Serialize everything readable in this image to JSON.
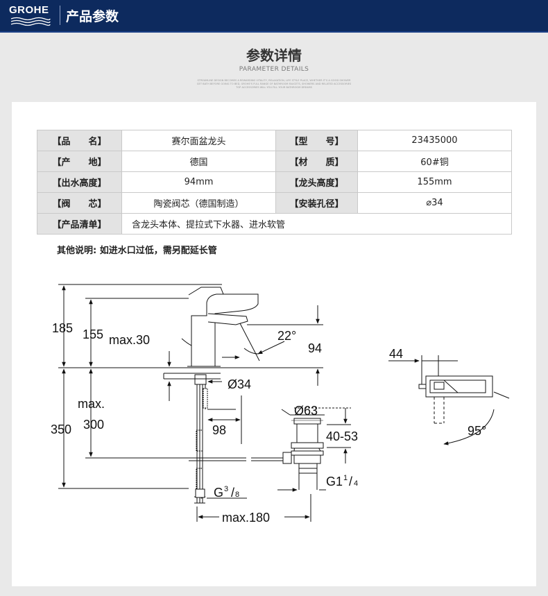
{
  "header": {
    "brand": "GROHE",
    "title": "产品参数"
  },
  "section": {
    "title": "参数详情",
    "subtitle": "PARAMETER DETAILS",
    "fine_print": [
      "STREAMLINE DESIGN BECOMES A REWARDING VITALITY, RELAXATION, LIFE STYLE PLACE, WHETHER IT'S A GOOD SHOWER",
      "GET BATH BEFORE GOING TO BED, GROHE'S FULL RANGE OF BATHROOM FAUCETS, SHOWERS AND RELATED ACCESSORIES",
      "TOP ACCESSORIES WILL YOU FILL YOUR BATHROOM DREAMS"
    ]
  },
  "params": {
    "rows": [
      {
        "label1": "【品　　名】",
        "value1": "赛尔面盆龙头",
        "label2": "【型　　号】",
        "value2": "23435000"
      },
      {
        "label1": "【产　　地】",
        "value1": "德国",
        "label2": "【材　　质】",
        "value2": "60#铜"
      },
      {
        "label1": "【出水高度】",
        "value1": "94mm",
        "label2": "【龙头高度】",
        "value2": "155mm"
      },
      {
        "label1": "【阀　　芯】",
        "value1": "陶瓷阀芯（德国制造）",
        "label2": "【安装孔径】",
        "value2": "⌀34"
      }
    ],
    "contents_label": "【产品清单】",
    "contents_value": "含龙头本体、提拉式下水器、进水软管"
  },
  "note": "其他说明: 如进水口过低，需另配延长管",
  "drawing": {
    "d185": "185",
    "d155": "155",
    "max30": "max.30",
    "angle22": "22°",
    "d94": "94",
    "dia34": "Ø34",
    "max": "max.",
    "d300": "300",
    "d350": "350",
    "d98": "98",
    "dia63": "Ø63",
    "range4053": "40-53",
    "g38_main": "G",
    "g38_num": "3",
    "g38_den": "8",
    "g114_main": "G1",
    "g114_num": "1",
    "g114_den": "4",
    "max180": "max.180",
    "d44": "44",
    "angle95": "95°"
  }
}
